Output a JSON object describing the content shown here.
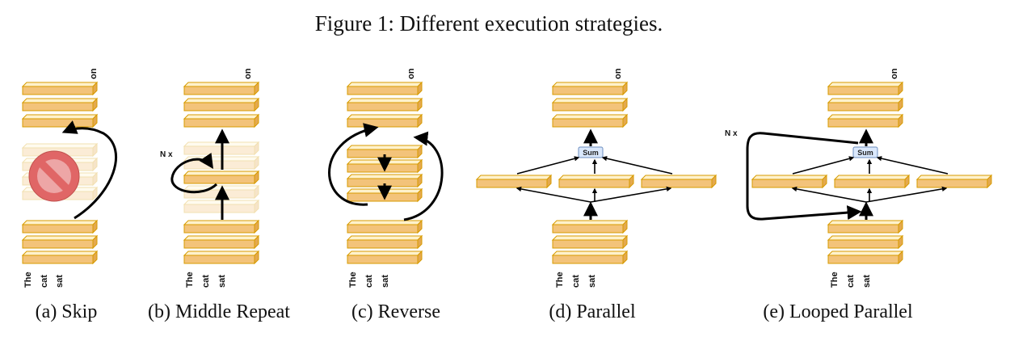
{
  "figure": {
    "title": "Figure 1: Different execution strategies."
  },
  "panels": [
    {
      "caption": "(a) Skip",
      "tokens": [
        "The",
        "cat",
        "sat"
      ],
      "output_token": "on"
    },
    {
      "caption": "(b) Middle Repeat",
      "tokens": [
        "The",
        "cat",
        "sat"
      ],
      "output_token": "on",
      "repeat_label": "N x"
    },
    {
      "caption": "(c) Reverse",
      "tokens": [
        "The",
        "cat",
        "sat"
      ],
      "output_token": "on"
    },
    {
      "caption": "(d) Parallel",
      "tokens": [
        "The",
        "cat",
        "sat"
      ],
      "output_token": "on",
      "sum_label": "Sum"
    },
    {
      "caption": "(e) Looped Parallel",
      "tokens": [
        "The",
        "cat",
        "sat"
      ],
      "output_token": "on",
      "sum_label": "Sum",
      "repeat_label": "N x"
    }
  ],
  "colors": {
    "layer_top": "#fff2cc",
    "layer_front": "#f3c37a",
    "layer_edge": "#d79b00",
    "prohibition_sign": "#e06666"
  },
  "icons": {
    "skip_marker": "prohibition-icon"
  }
}
